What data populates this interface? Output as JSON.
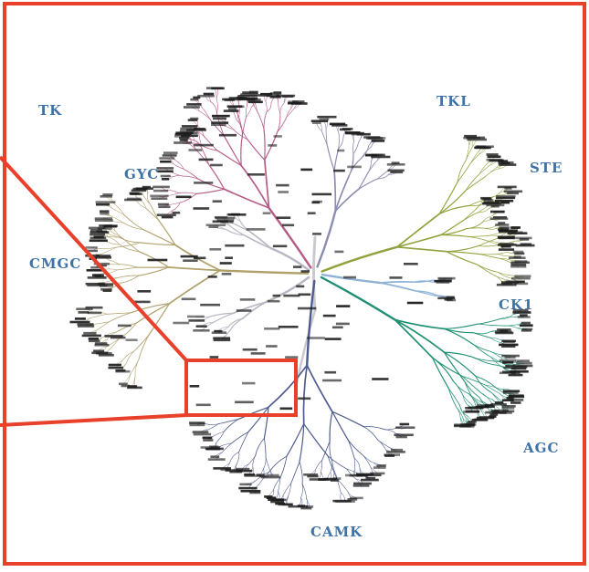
{
  "figure": {
    "type": "kinome-dendrogram",
    "frame_color": "#e8402a",
    "families": [
      {
        "id": "TK",
        "label": "TK",
        "color": "#b65a86"
      },
      {
        "id": "TKL",
        "label": "TKL",
        "color": "#8c8cb2"
      },
      {
        "id": "STE",
        "label": "STE",
        "color": "#8fa23c"
      },
      {
        "id": "CK1",
        "label": "CK1",
        "color": "#8fb3d6"
      },
      {
        "id": "AGC",
        "label": "AGC",
        "color": "#1f8f73"
      },
      {
        "id": "CAMK",
        "label": "CAMK",
        "color": "#4d5a8e"
      },
      {
        "id": "CMGC",
        "label": "CMGC",
        "color": "#b0a06a"
      },
      {
        "id": "GYC",
        "label": "GYC",
        "color": "#b8b8c4"
      }
    ],
    "label_color": "#3f73a8",
    "trunk_color": "#c9c9cf",
    "zoom_box": {
      "note_color": "#e8402a"
    }
  }
}
